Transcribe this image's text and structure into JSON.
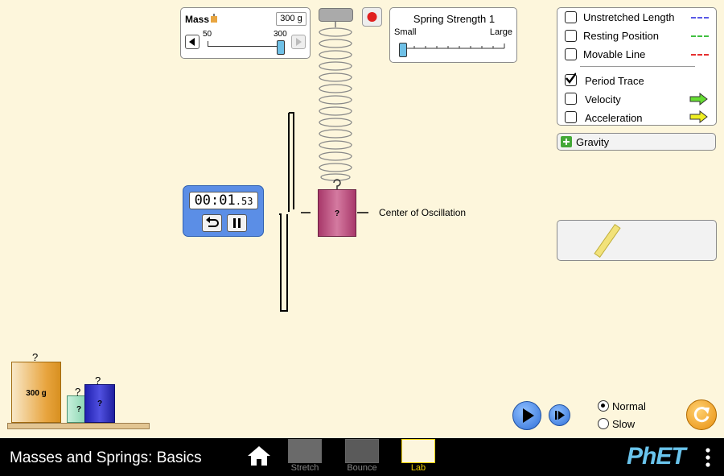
{
  "mass_panel": {
    "label": "Mass",
    "value": "300 g",
    "min_label": "50",
    "max_label": "300",
    "slider_fraction": 1.0
  },
  "spring_panel": {
    "title": "Spring Strength 1",
    "small_label": "Small",
    "large_label": "Large",
    "slider_fraction": 0.0
  },
  "options": {
    "items": [
      {
        "label": "Unstretched Length",
        "checked": false,
        "color": "#5a5ae6"
      },
      {
        "label": "Resting Position",
        "checked": false,
        "color": "#40c040"
      },
      {
        "label": "Movable Line",
        "checked": false,
        "color": "#e63030"
      },
      {
        "label": "Period Trace",
        "checked": true
      },
      {
        "label": "Velocity",
        "checked": false,
        "color": "#66dd33"
      },
      {
        "label": "Acceleration",
        "checked": false,
        "color": "#eeee22"
      }
    ]
  },
  "gravity": {
    "label": "Gravity"
  },
  "timer": {
    "time_main": "00:01",
    "time_frac": ".53"
  },
  "spring_mass": {
    "label": "?"
  },
  "oscillation": {
    "label": "Center of Oscillation"
  },
  "shelf_masses": [
    {
      "label": "300 g",
      "question": "?"
    },
    {
      "label": "?",
      "question": "?"
    },
    {
      "label": "?",
      "question": "?"
    }
  ],
  "speed": {
    "options": [
      "Normal",
      "Slow"
    ],
    "selected": "Normal"
  },
  "navbar": {
    "title": "Masses and Springs: Basics",
    "tabs": [
      "Stretch",
      "Bounce",
      "Lab"
    ],
    "active_tab": "Lab",
    "brand": "PhET"
  },
  "colors": {
    "background": "#fdf6dc",
    "timer_blue": "#5b8ee6",
    "play_blue": "#3b7ee0",
    "reset_orange": "#f0a020",
    "mass_pink": "#c04a80",
    "mass_orange": "#e8a540"
  }
}
